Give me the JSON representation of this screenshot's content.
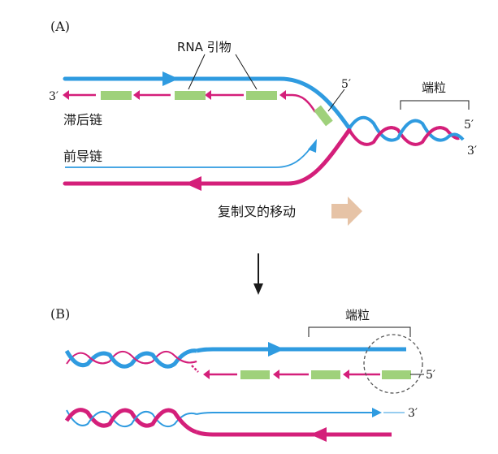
{
  "panel_a": {
    "label": "(A)",
    "rna_primer_label": "RNA 引物",
    "lagging_label": "滞后链",
    "leading_label": "前导链",
    "telomere_label": "端粒",
    "end_3_left": "3′",
    "end_5_primer": "5′",
    "end_5_right": "5′",
    "end_3_right": "3′",
    "fork_movement_label": "复制叉的移动"
  },
  "panel_b": {
    "label": "(B)",
    "telomere_label": "端粒",
    "end_5": "5′",
    "end_3": "3′"
  },
  "colors": {
    "blue": "#2f9be0",
    "magenta": "#d41f7a",
    "primer_green": "#9fd17b",
    "movement_arrow": "#e6c3a6"
  }
}
